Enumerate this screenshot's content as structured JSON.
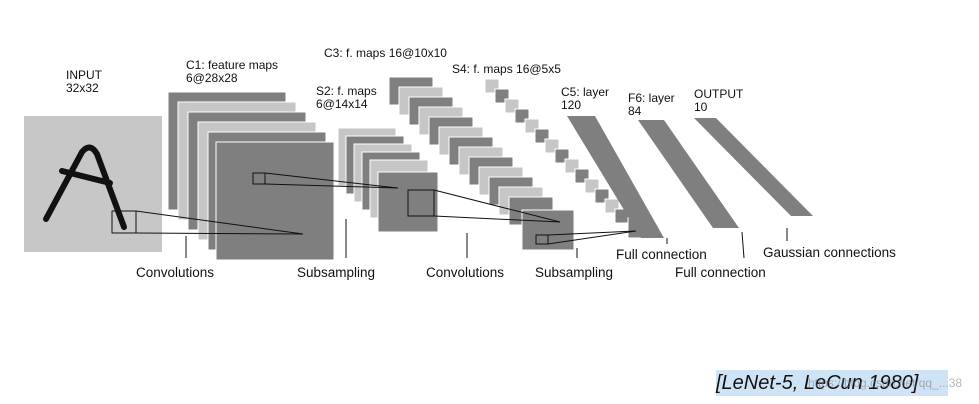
{
  "colors": {
    "input_bg": "#c7c7c7",
    "map_dark": "#7f7f7f",
    "map_mid": "#9a9a9a",
    "map_light": "#c6c6c6",
    "line": "#111111",
    "citation_bg": "#cfe3f7"
  },
  "layers": {
    "input": {
      "name": "INPUT",
      "size": "32x32"
    },
    "c1": {
      "name": "C1: feature maps",
      "size": "6@28x28"
    },
    "s2": {
      "name": "S2: f. maps",
      "size": "6@14x14"
    },
    "c3": {
      "label": "C3: f. maps 16@10x10"
    },
    "s4": {
      "label": "S4: f. maps 16@5x5"
    },
    "c5": {
      "name": "C5: layer",
      "size": "120"
    },
    "f6": {
      "name": "F6: layer",
      "size": "84"
    },
    "output": {
      "name": "OUTPUT",
      "size": "10"
    }
  },
  "operations": [
    {
      "id": "convolutions-1",
      "label": "Convolutions"
    },
    {
      "id": "subsampling-1",
      "label": "Subsampling"
    },
    {
      "id": "convolutions-2",
      "label": "Convolutions"
    },
    {
      "id": "subsampling-2",
      "label": "Subsampling"
    },
    {
      "id": "full-connection-1",
      "label": "Full connection"
    },
    {
      "id": "full-connection-2",
      "label": "Full connection"
    },
    {
      "id": "gaussian",
      "label": "Gaussian connections"
    }
  ],
  "citation": "[LeNet-5, LeCun 1980]",
  "watermark": "https://blog.csdn.net/qq_...38"
}
